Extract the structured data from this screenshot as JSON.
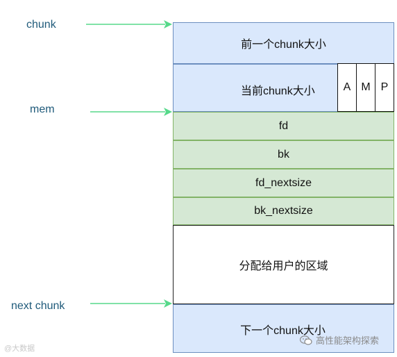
{
  "pointers": {
    "chunk": "chunk",
    "mem": "mem",
    "next_chunk": "next chunk"
  },
  "blocks": {
    "prev_size": "前一个chunk大小",
    "cur_size": "当前chunk大小",
    "flags": [
      "A",
      "M",
      "P"
    ],
    "fd": "fd",
    "bk": "bk",
    "fd_nextsize": "fd_nextsize",
    "bk_nextsize": "bk_nextsize",
    "user_area": "分配给用户的区域",
    "next_size": "下一个chunk大小"
  },
  "watermarks": {
    "left": "@大数据",
    "right": "高性能架构探索"
  },
  "colors": {
    "header_fill": "#dae8fc",
    "data_fill": "#d5e8d4",
    "arrow": "#56d98a",
    "label": "#1f5a7a"
  }
}
